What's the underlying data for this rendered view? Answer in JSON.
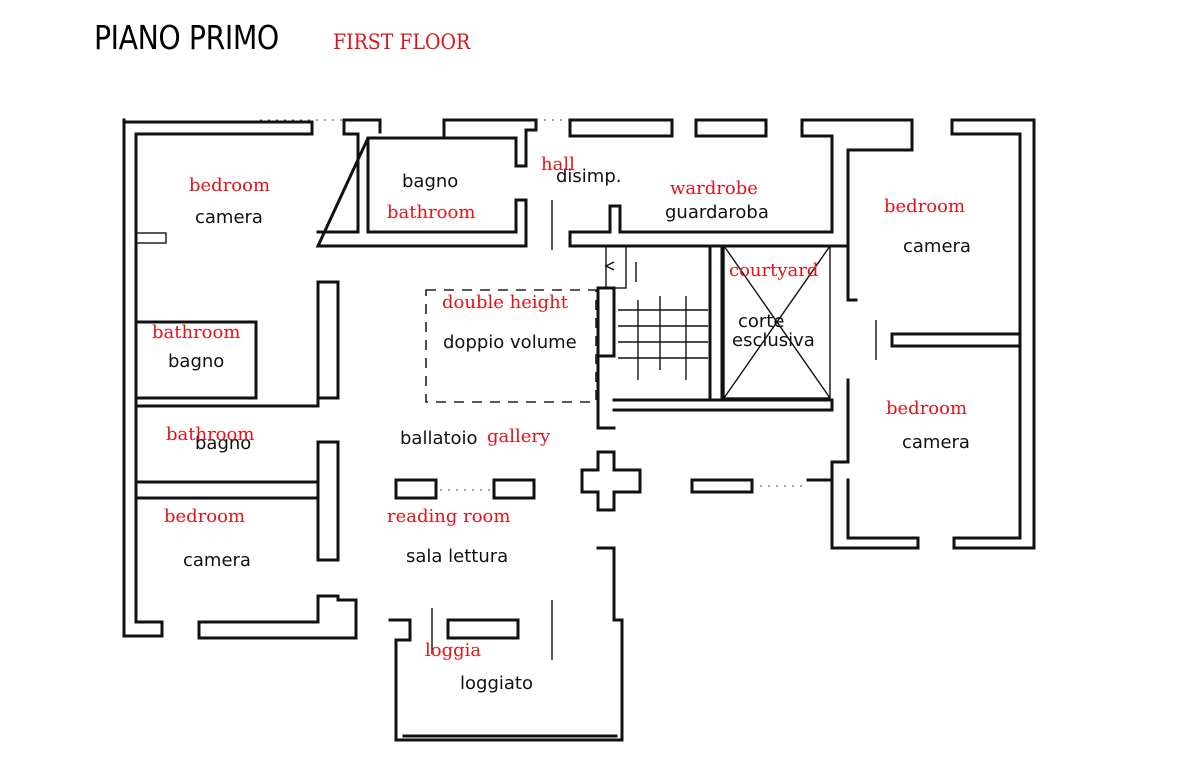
{
  "header": {
    "title_italian": "PIANO PRIMO",
    "title_english": "FIRST FLOOR"
  },
  "colors": {
    "english_label": "#e0141b",
    "italian_label": "#111111",
    "walls": "#111111"
  },
  "rooms": [
    {
      "id": "bedroom-nw",
      "italian": "camera",
      "english": "bedroom"
    },
    {
      "id": "bathroom-north",
      "italian": "bagno",
      "english": "bathroom"
    },
    {
      "id": "hall",
      "italian": "disimp.",
      "english": "hall"
    },
    {
      "id": "wardrobe",
      "italian": "guardaroba",
      "english": "wardrobe"
    },
    {
      "id": "bedroom-ne",
      "italian": "camera",
      "english": "bedroom"
    },
    {
      "id": "courtyard",
      "italian": "corte esclusiva",
      "italian_lines": [
        "corte",
        "esclusiva"
      ],
      "english": "courtyard"
    },
    {
      "id": "double-height",
      "italian": "doppio volume",
      "english": "double height"
    },
    {
      "id": "bathroom-west-1",
      "italian": "bagno",
      "english": "bathroom"
    },
    {
      "id": "bathroom-west-2",
      "italian": "bagno",
      "english": "bathroom"
    },
    {
      "id": "gallery",
      "italian": "ballatoio",
      "english": "gallery"
    },
    {
      "id": "bedroom-e",
      "italian": "camera",
      "english": "bedroom"
    },
    {
      "id": "bedroom-sw",
      "italian": "camera",
      "english": "bedroom"
    },
    {
      "id": "reading-room",
      "italian": "sala lettura",
      "english": "reading room"
    },
    {
      "id": "loggia",
      "italian": "loggiato",
      "english": "loggia"
    }
  ]
}
